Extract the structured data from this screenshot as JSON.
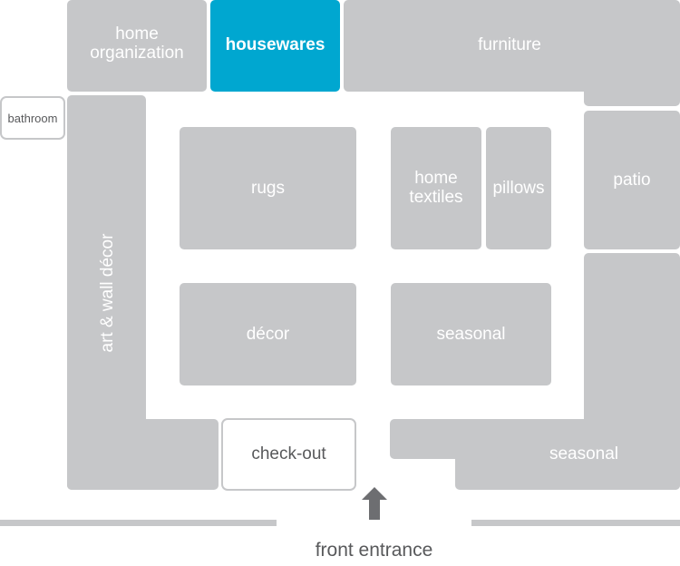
{
  "map": {
    "departments": {
      "home_organization": "home\norganization",
      "housewares": "housewares",
      "furniture": "furniture",
      "bathroom": "bathroom",
      "art_wall_decor": "art & wall décor",
      "rugs": "rugs",
      "home_textiles": "home\ntextiles",
      "pillows": "pillows",
      "patio": "patio",
      "decor": "décor",
      "seasonal_center": "seasonal",
      "seasonal_right": "seasonal",
      "checkout": "check-out"
    },
    "entrance": {
      "label": "front entrance"
    },
    "highlight": {
      "department": "housewares",
      "color": "#00a7d0"
    },
    "colors": {
      "block": "#c6c7c9",
      "text_on_block": "#ffffff",
      "text_dark": "#58595b",
      "arrow": "#6d6e71"
    }
  }
}
